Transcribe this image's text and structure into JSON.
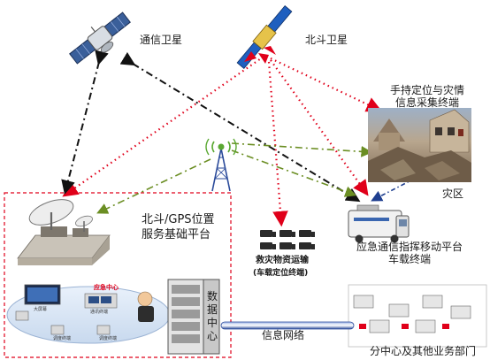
{
  "labels": {
    "comm_satellite": "通信卫星",
    "beidou_satellite": "北斗卫星",
    "handheld_terminal_line1": "手持定位与灾情",
    "handheld_terminal_line2": "信息采集终端",
    "disaster_area": "灾区",
    "service_platform_line1": "北斗/GPS位置",
    "service_platform_line2": "服务基础平台",
    "relief_transport": "救灾物资运输",
    "vehicle_terminal_tag": "(车载定位终端)",
    "mobile_platform_line1": "应急通信指挥移动平台",
    "mobile_platform_line2": "车载终端",
    "emergency_center": "应急中心",
    "data_center": "数据中心",
    "info_network": "信息网络",
    "sub_center": "分中心及其他业务部门"
  },
  "emergency_center_small_labels": [
    "大屏幕",
    "通讯终端",
    "调度终端",
    "调度终端"
  ],
  "colors": {
    "dotted_red": "#e0001a",
    "dashdot_black": "#111111",
    "dashdot_green": "#6b8e23",
    "dashdot_blue": "#1f3f8f",
    "region_border": "#e0001a",
    "pipe": "#2a4a9a"
  }
}
